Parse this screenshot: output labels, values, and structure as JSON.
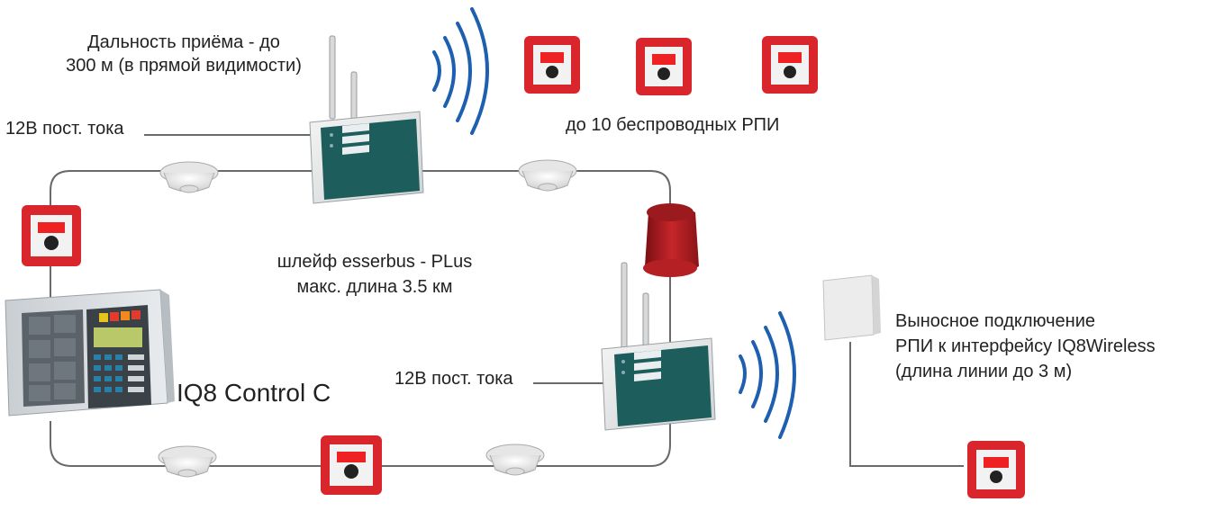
{
  "labels": {
    "range_line1": "Дальность приёма - до",
    "range_line2": "300 м (в прямой видимости)",
    "power_top": "12В пост. тока",
    "wireless_mcp": "до 10 беспроводных РПИ",
    "loop_line1": "шлейф esserbus - PLus",
    "loop_line2": "макс. длина 3.5 км",
    "panel_name": "IQ8 Control C",
    "power_bottom": "12В пост. тока",
    "remote_line1": "Выносное подключение",
    "remote_line2": "РПИ к интерфейсу IQ8Wireless",
    "remote_line3": "(длина линии до 3 м)"
  },
  "colors": {
    "mcp_red": "#d8262c",
    "wave_blue": "#1e5fb0",
    "transponder_green": "#1d5e5c",
    "line_gray": "#6a6a6a"
  }
}
